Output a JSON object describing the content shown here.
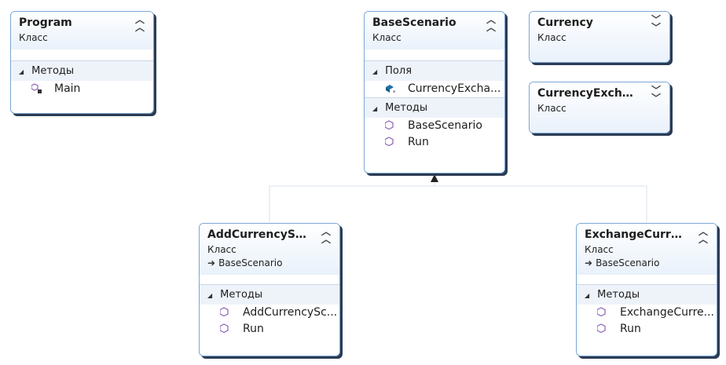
{
  "boxes": {
    "program": {
      "title": "Program",
      "kind": "Класс",
      "section": "Методы",
      "methods": [
        "Main"
      ]
    },
    "base": {
      "title": "BaseScenario",
      "kind": "Класс",
      "fields_section": "Поля",
      "fields": [
        "CurrencyExcha..."
      ],
      "methods_section": "Методы",
      "methods": [
        "BaseScenario",
        "Run"
      ]
    },
    "currency": {
      "title": "Currency",
      "kind": "Класс"
    },
    "currency_exchange": {
      "title": "CurrencyExchan...",
      "kind": "Класс"
    },
    "add": {
      "title": "AddCurrencySce...",
      "kind": "Класс",
      "base": "BaseScenario",
      "section": "Методы",
      "methods": [
        "AddCurrencySc...",
        "Run"
      ]
    },
    "exchange": {
      "title": "ExchangeCurren...",
      "kind": "Класс",
      "base": "BaseScenario",
      "section": "Методы",
      "methods": [
        "ExchangeCurre...",
        "Run"
      ]
    }
  },
  "colors": {
    "border": "#7aa7d6",
    "section_bg": "#eef3fa",
    "method_icon": "#8a5fb5",
    "field_icon": "#1f6fa8"
  }
}
